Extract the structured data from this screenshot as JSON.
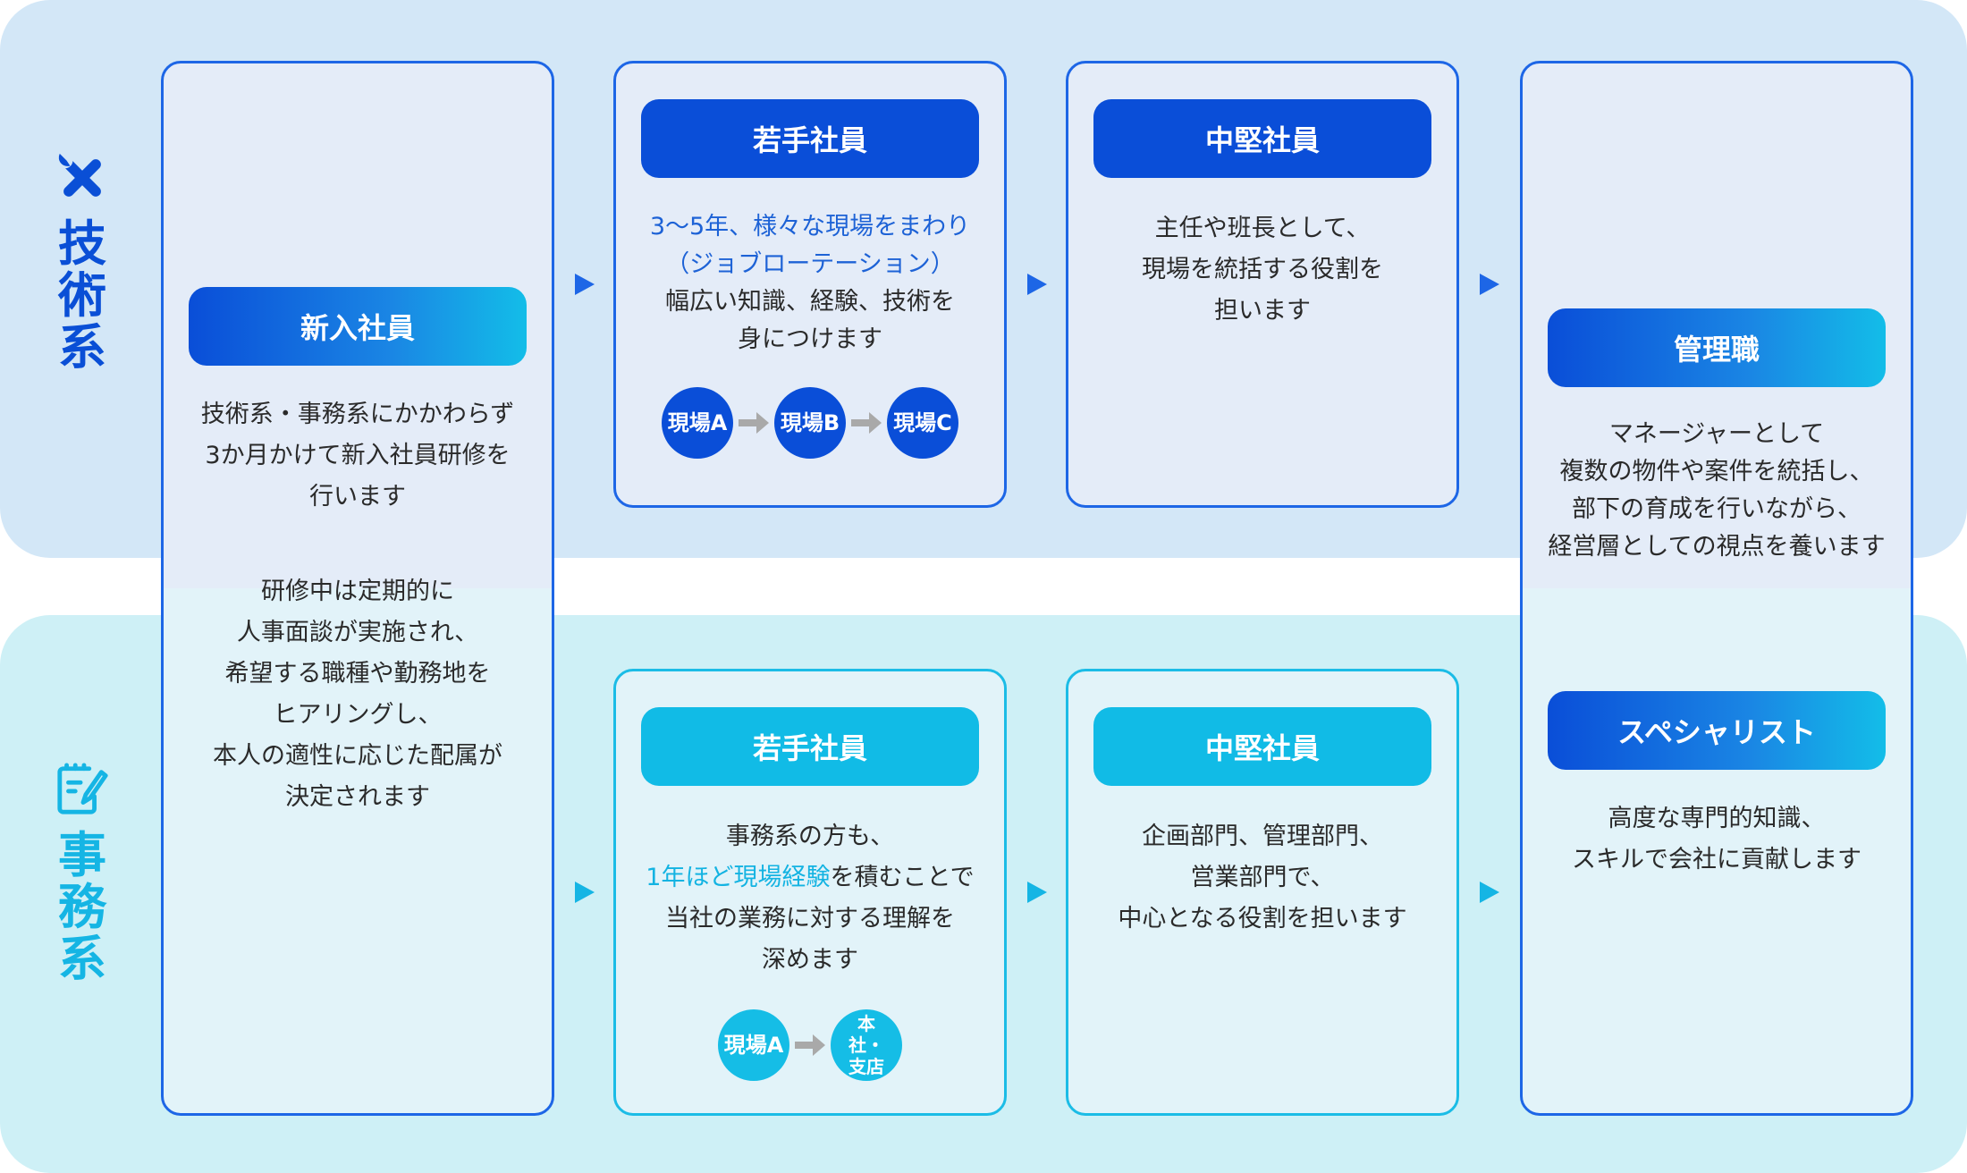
{
  "tracks": {
    "tech": {
      "label_chars": [
        "技",
        "術",
        "系"
      ],
      "icon": "tools-icon"
    },
    "office": {
      "label_chars": [
        "事",
        "務",
        "系"
      ],
      "icon": "note-pen-icon"
    }
  },
  "newhire": {
    "title": "新入社員",
    "lines1": [
      "技術系・事務系にかかわらず",
      "3か月かけて新入社員研修を",
      "行います"
    ],
    "lines2": [
      "研修中は定期的に",
      "人事面談が実施され、",
      "希望する職種や勤務地を",
      "ヒアリングし、",
      "本人の適性に応じた配属が",
      "決定されます"
    ]
  },
  "tech_young": {
    "title": "若手社員",
    "highlight_lines": [
      "3〜5年、様々な現場をまわり",
      "（ジョブローテーション）"
    ],
    "lines": [
      "幅広い知識、経験、技術を",
      "身につけます"
    ],
    "chips": [
      "現場A",
      "現場B",
      "現場C"
    ]
  },
  "tech_mid": {
    "title": "中堅社員",
    "lines": [
      "主任や班長として、",
      "現場を統括する役割を",
      "担います"
    ]
  },
  "office_young": {
    "title": "若手社員",
    "line1": "事務系の方も、",
    "line2_highlight": "1年ほど現場経験",
    "line2_rest": "を積むことで",
    "lines": [
      "当社の業務に対する理解を",
      "深めます"
    ],
    "chips": [
      "現場A",
      "本社・支店"
    ]
  },
  "office_mid": {
    "title": "中堅社員",
    "lines": [
      "企画部門、管理部門、",
      "営業部門で、",
      "中心となる役割を担います"
    ]
  },
  "manager": {
    "title": "管理職",
    "lines": [
      "マネージャーとして",
      "複数の物件や案件を統括し、",
      "部下の育成を行いながら、",
      "経営層としての視点を養います"
    ]
  },
  "specialist": {
    "title": "スペシャリスト",
    "lines": [
      "高度な専門的知識、",
      "スキルで会社に貢献します"
    ]
  },
  "colors": {
    "tech_band": "#d3e7f7",
    "office_band": "#cef0f6",
    "tech_accent": "#0a4ed8",
    "office_accent": "#11bbe6",
    "arrow": "#1d66e6",
    "chip_arrow": "#a9a9a9"
  }
}
